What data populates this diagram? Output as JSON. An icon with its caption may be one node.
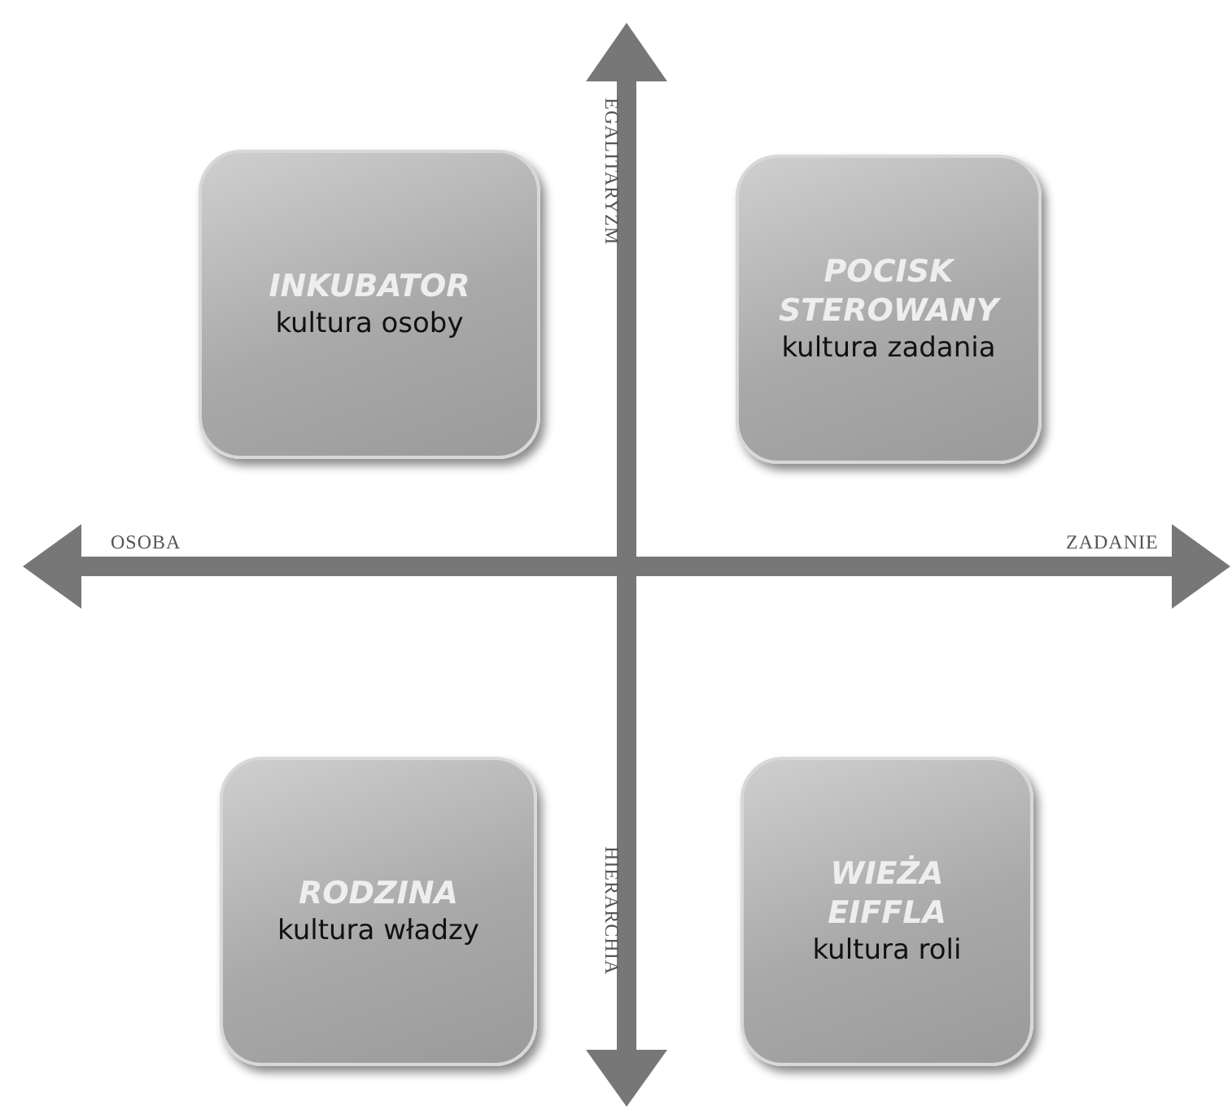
{
  "diagram": {
    "nodes": [
      {
        "text": [
          "INKUBATOR",
          "kultura osoby"
        ]
      },
      {
        "text": [
          "POCISK STEROWANY",
          "kultura zadania"
        ]
      },
      {
        "text": [
          "RODZINA",
          "kultura władzy"
        ]
      },
      {
        "text": [
          "WIEŻA EIFFLA",
          "kultura roli"
        ]
      }
    ],
    "edges": [],
    "labels": [
      "EGALITARYZM",
      "OSOBA",
      "ZADANIE",
      "HIERARCHIA"
    ]
  }
}
